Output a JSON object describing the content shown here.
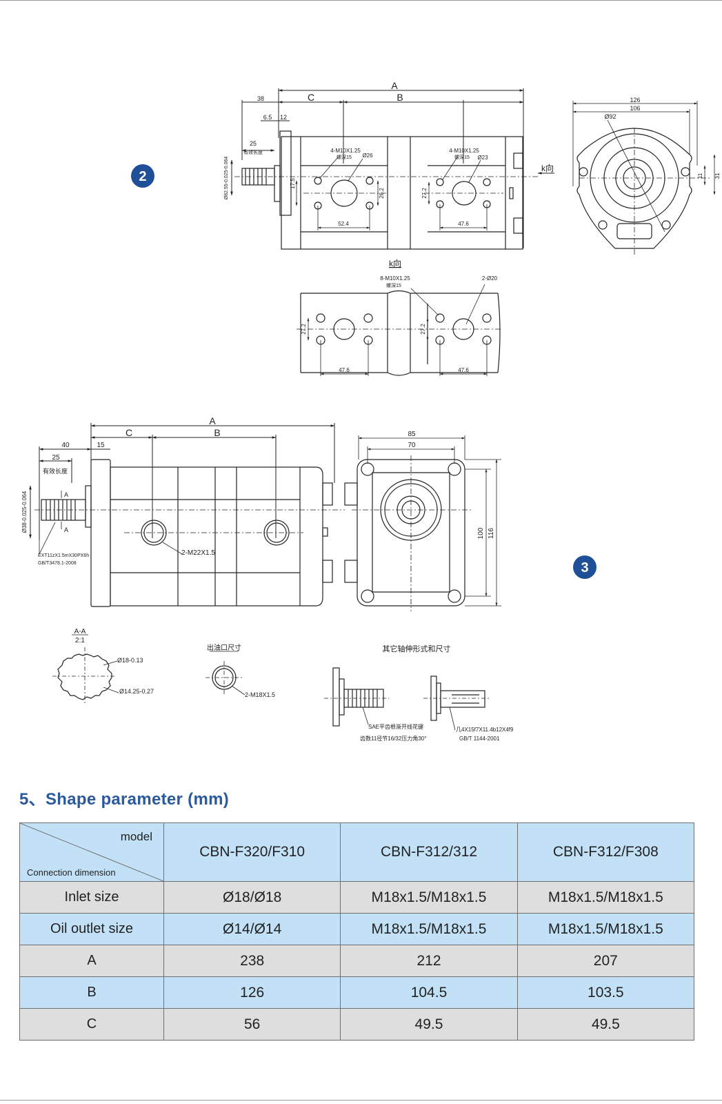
{
  "drawing2": {
    "badge": "2",
    "dims": {
      "A": "A",
      "B": "B",
      "C": "C",
      "d38": "38",
      "d6_5": "6.5",
      "d12": "12",
      "d25": "25",
      "eff_len": "有效长度",
      "shaft_dia": "Ø82.55-0.025-0.064",
      "d17_5": "17.5",
      "d52_4": "52.4",
      "d26_2": "26.2",
      "d27_2": "27.2",
      "d47_6": "47.6",
      "holes_front": "4-M10X1.25",
      "holes_front_depth": "螺深15",
      "port_front": "Ø26",
      "holes_rear": "4-M10X1.25",
      "holes_rear_depth": "螺深15",
      "port_rear": "Ø23",
      "k_view": "k向",
      "d126": "126",
      "d106": "106",
      "d92": "Ø92",
      "d11": "11",
      "d31": "31"
    },
    "kview": {
      "title": "k向",
      "holes": "8-M10X1.25",
      "depth": "螺深15",
      "ports": "2-Ø20",
      "d27_2a": "27.2",
      "d27_2b": "27.2",
      "d47_6a": "47.6",
      "d47_6b": "47.6"
    }
  },
  "drawing3": {
    "badge": "3",
    "dims": {
      "A": "A",
      "B": "B",
      "C": "C",
      "d40": "40",
      "d15": "15",
      "d25": "25",
      "eff_len": "有效长度",
      "shaft_dia": "Ø38-0.025-0.064",
      "section_mark": "A",
      "port": "2-M22X1.5",
      "spline": "EXT11zX1.5mX30PX6h",
      "spline_std": "GB/T3478.1-2008",
      "d85": "85",
      "d70": "70",
      "d100": "100",
      "d116": "116"
    },
    "section": {
      "title": "A-A",
      "scale": "2:1",
      "outer": "Ø18-0.13",
      "inner": "Ø14.25-0.27"
    },
    "outlet": {
      "title": "出油口尺寸",
      "thread": "2-M18X1.5"
    },
    "others": {
      "title": "其它轴伸形式和尺寸",
      "sae1": "SAE平齿根渐开线花键",
      "sae2": "齿数11径节16/32压力角30°",
      "rect1": "几4X15f7X11.4b12X4f9",
      "rect2": "GB/T 1144-2001"
    }
  },
  "section_title": "5、Shape parameter (mm)",
  "table": {
    "corner_top": "model",
    "corner_bottom": "Connection dimension",
    "models": [
      "CBN-F320/F310",
      "CBN-F312/312",
      "CBN-F312/F308"
    ],
    "rows": [
      {
        "label": "Inlet size",
        "values": [
          "Ø18/Ø18",
          "M18x1.5/M18x1.5",
          "M18x1.5/M18x1.5"
        ]
      },
      {
        "label": "Oil outlet size",
        "values": [
          "Ø14/Ø14",
          "M18x1.5/M18x1.5",
          "M18x1.5/M18x1.5"
        ]
      },
      {
        "label": "A",
        "values": [
          "238",
          "212",
          "207"
        ]
      },
      {
        "label": "B",
        "values": [
          "126",
          "104.5",
          "103.5"
        ]
      },
      {
        "label": "C",
        "values": [
          "56",
          "49.5",
          "49.5"
        ]
      }
    ]
  },
  "colors": {
    "title_blue": "#2a5a9c",
    "badge_blue": "#1f4f96",
    "row_blue": "#c2e1f7",
    "row_gray": "#dedede"
  }
}
